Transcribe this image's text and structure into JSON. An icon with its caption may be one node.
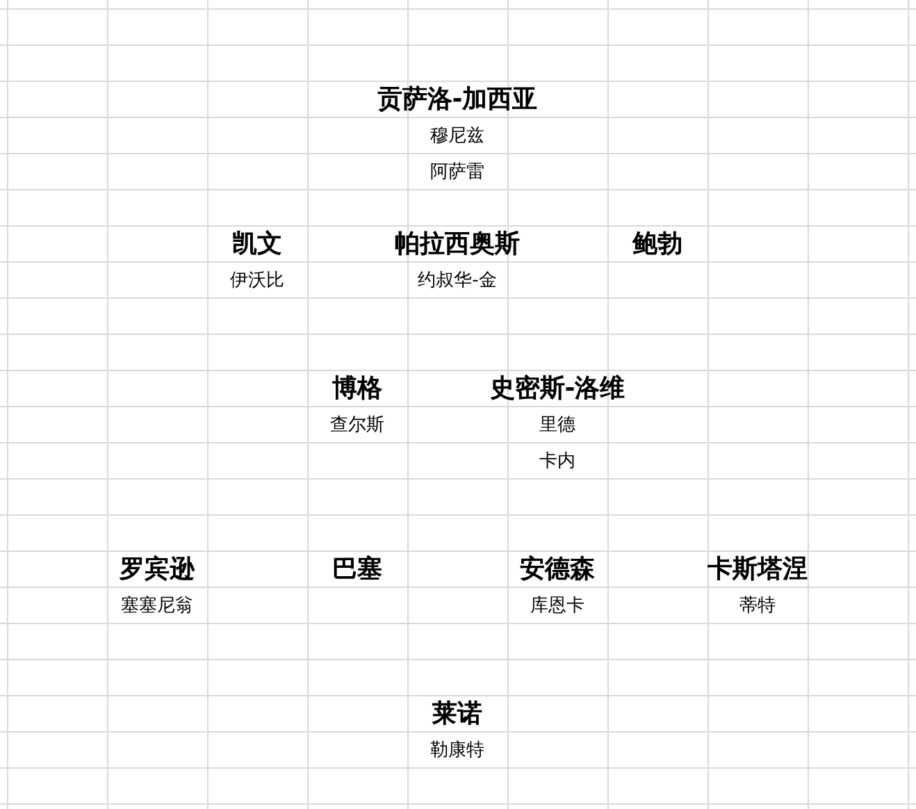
{
  "diagram": {
    "labels": [
      "贡萨洛-加西亚",
      "穆尼兹",
      "阿萨雷",
      "凯文",
      "帕拉西奥斯",
      "鲍勃",
      "伊沃比",
      "约叔华-金",
      "博格",
      "史密斯-洛维",
      "查尔斯",
      "里德",
      "卡内",
      "罗宾逊",
      "巴塞",
      "安德森",
      "卡斯塔涅",
      "塞塞尼翁",
      "库恩卡",
      "蒂特",
      "莱诺",
      "勒康特"
    ]
  }
}
